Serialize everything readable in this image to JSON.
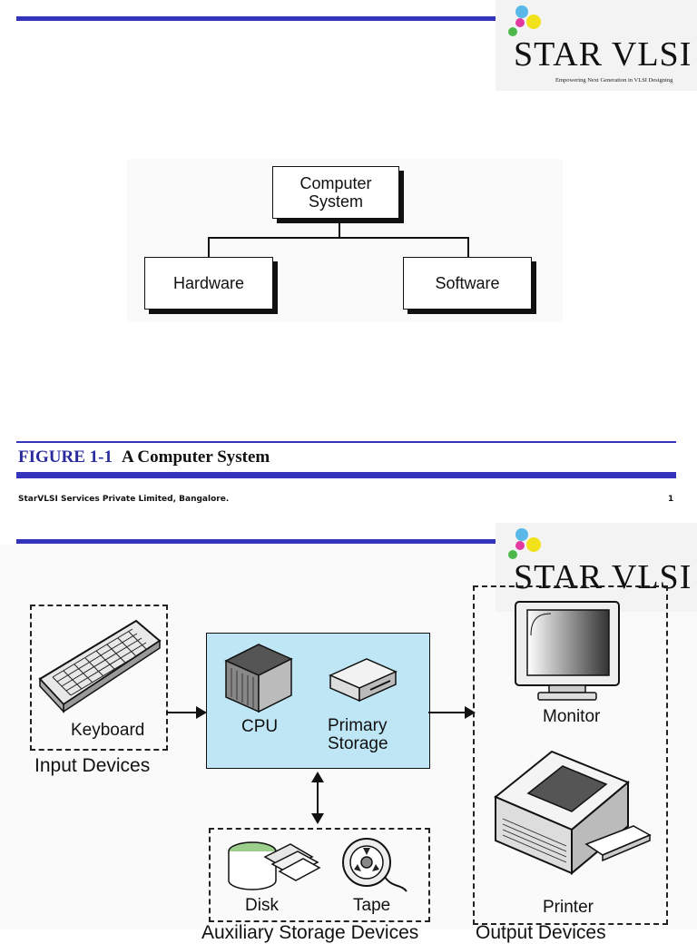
{
  "slide1": {
    "logo": {
      "word": "STAR VLSI",
      "tagline": "Empowering Next Generation in VLSI Designing"
    },
    "diagram": {
      "root": "Computer\nSystem",
      "left": "Hardware",
      "right": "Software"
    },
    "caption": {
      "number": "FIGURE 1-1",
      "title": "A Computer System"
    },
    "footer": {
      "company": "StarVLSI Services Private Limited, Bangalore.",
      "page": "1"
    }
  },
  "slide2": {
    "logo": {
      "word": "STAR VLSI"
    },
    "input": {
      "device": "Keyboard",
      "group": "Input Devices"
    },
    "processing": {
      "cpu": "CPU",
      "storage": "Primary\nStorage"
    },
    "auxiliary": {
      "disk": "Disk",
      "tape": "Tape",
      "group": "Auxiliary Storage Devices"
    },
    "output": {
      "monitor": "Monitor",
      "printer": "Printer",
      "group": "Output Devices"
    }
  },
  "colors": {
    "rule": "#3333bb",
    "processing_fill": "#bfe6f5",
    "caption_number": "#2b2ba0"
  }
}
